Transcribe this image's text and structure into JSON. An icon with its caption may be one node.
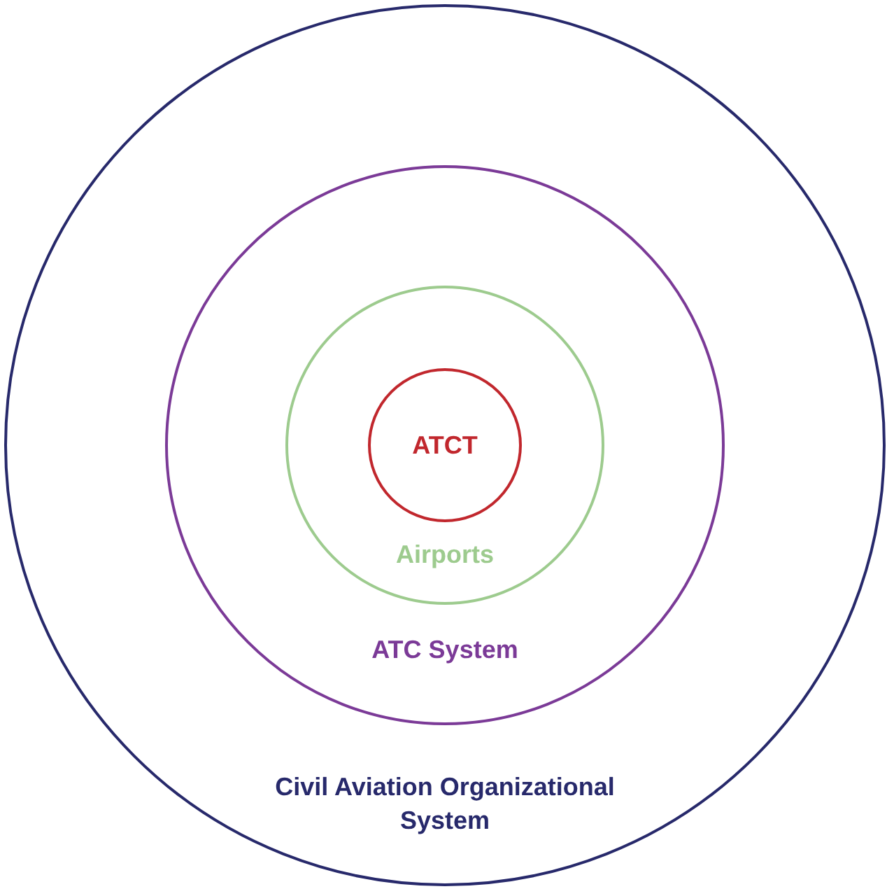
{
  "diagram": {
    "nodes": [
      {
        "text": [
          "Civil Aviation Organizational System"
        ]
      },
      {
        "text": [
          "ATC System"
        ],
        "in": 0
      },
      {
        "text": [
          "Airports"
        ],
        "in": 1
      },
      {
        "text": [
          "ATCT"
        ],
        "in": 2
      }
    ]
  }
}
